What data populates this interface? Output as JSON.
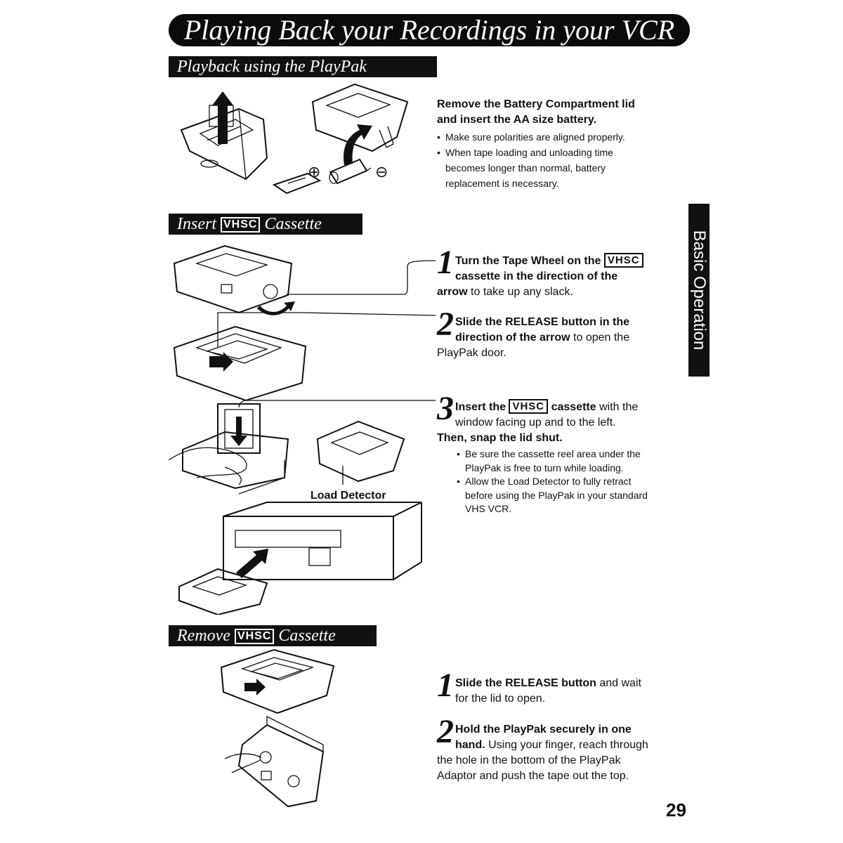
{
  "title": "Playing Back your Recordings in your VCR",
  "sections": {
    "playpak": {
      "heading": "Playback using the PlayPak"
    },
    "insert": {
      "heading_pre": "Insert",
      "heading_post": "Cassette"
    },
    "remove": {
      "heading_pre": "Remove",
      "heading_post": "Cassette"
    }
  },
  "vhsc_logo": "VHSC",
  "battery": {
    "heading_line1": "Remove the Battery Compartment lid",
    "heading_line2": "and insert the AA size battery.",
    "bullets": [
      "Make sure polarities are aligned properly.",
      "When tape loading and unloading time",
      "becomes longer than normal, battery",
      "replacement is necessary."
    ],
    "plus": "⊕",
    "minus": "⊖"
  },
  "insert_steps": {
    "s1": {
      "num": "1",
      "b1": "Turn the Tape Wheel on the",
      "b2": "cassette in the direction of the",
      "b3": "arrow",
      "t3": "to take up any slack."
    },
    "s2": {
      "num": "2",
      "b1": "Slide the RELEASE button in the",
      "b2": "direction of the arrow",
      "t2": "to open the",
      "t3": "PlayPak door."
    },
    "s3": {
      "num": "3",
      "b1": "Insert the",
      "b1b": "cassette",
      "t1": "with the",
      "t2": "window facing up and to the left.",
      "b3": "Then, snap the lid shut.",
      "bullets": [
        "Be sure the cassette reel area under the",
        "PlayPak is free to turn while loading.",
        "Allow the Load Detector to fully retract",
        "before using the PlayPak in your standard",
        "VHS VCR."
      ]
    }
  },
  "load_detector": "Load Detector",
  "remove_steps": {
    "s1": {
      "num": "1",
      "b1": "Slide the RELEASE button",
      "t1": "and wait",
      "t2": "for the lid to open."
    },
    "s2": {
      "num": "2",
      "b1": "Hold the PlayPak securely in one",
      "b2": "hand.",
      "t2": "Using your finger, reach through",
      "t3": "the hole in the bottom of the PlayPak",
      "t4": "Adaptor and push the tape out the top."
    }
  },
  "side_tab": "Basic Operation",
  "page_number": "29"
}
